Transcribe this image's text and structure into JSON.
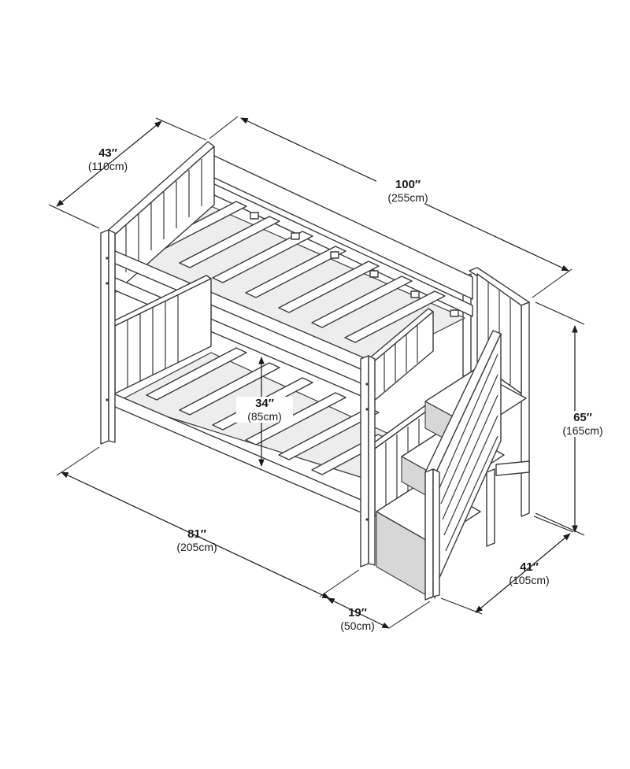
{
  "dimensions": {
    "width_top": {
      "value": "43″",
      "metric": "(110cm)"
    },
    "length_total": {
      "value": "100″",
      "metric": "(255cm)"
    },
    "height": {
      "value": "65″",
      "metric": "(165cm)"
    },
    "clearance": {
      "value": "34″",
      "metric": "(85cm)"
    },
    "length_bed": {
      "value": "81″",
      "metric": "(205cm)"
    },
    "stair_depth": {
      "value": "19″",
      "metric": "(50cm)"
    },
    "width_base": {
      "value": "41″",
      "metric": "(105cm)"
    }
  }
}
